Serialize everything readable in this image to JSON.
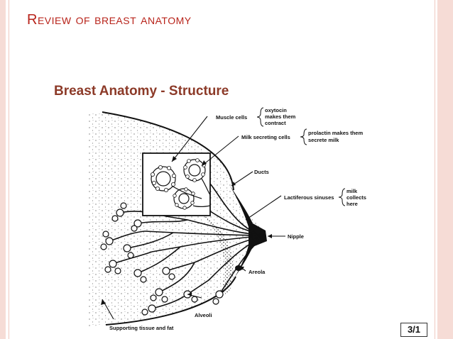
{
  "slide": {
    "title": "Review of breast anatomy",
    "subtitle": "Breast Anatomy - Structure",
    "page_number": "3/1"
  },
  "diagram": {
    "labels": {
      "muscle_cells": "Muscle cells",
      "oxytocin": "oxytocin",
      "makes_them": "makes them",
      "contract": "contract",
      "milk_secreting_cells": "Milk secreting cells",
      "prolactin_makes_them": "prolactin makes them",
      "secrete_milk": "secrete milk",
      "ducts": "Ducts",
      "lactiferous_sinuses": "Lactiferous sinuses",
      "milk": "milk",
      "collects": "collects",
      "here": "here",
      "nipple": "Nipple",
      "areola": "Areola",
      "alveoli": "Alveoli",
      "supporting_tissue": "Supporting tissue and fat"
    }
  }
}
